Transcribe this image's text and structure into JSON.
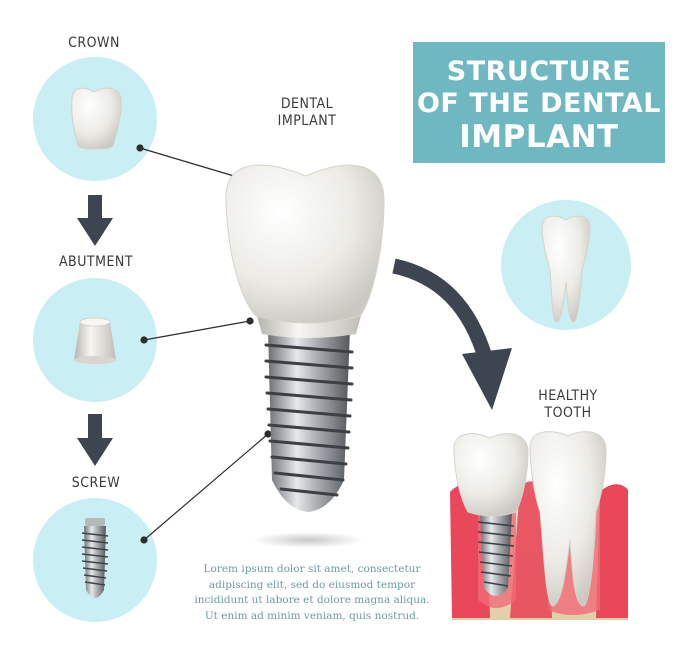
{
  "labels": {
    "crown": "CROWN",
    "abutment": "ABUTMENT",
    "screw": "SCREW",
    "dental_implant_line1": "DENTAL",
    "dental_implant_line2": "IMPLANT",
    "healthy_tooth_line1": "HEALTHY",
    "healthy_tooth_line2": "TOOTH"
  },
  "title": {
    "line1": "STRUCTURE",
    "line2": "OF THE DENTAL",
    "line3": "IMPLANT"
  },
  "body_text": {
    "line1": "Lorem ipsum dolor sit amet, consectetur",
    "line2": "adipiscing elit, sed do eiusmod tempor",
    "line3": "incididunt ut labore et dolore magna aliqua.",
    "line4": "Ut enim ad minim veniam, quis nostrud."
  },
  "colors": {
    "accent": "#6fb8c2",
    "circle": "#c9eef3",
    "arrow": "#3d4650",
    "gum": "#e8485a",
    "bone": "#ead9b6"
  },
  "icons": [
    "crown-icon",
    "abutment-icon",
    "screw-icon",
    "molar-icon",
    "arrow-down-icon",
    "curved-arrow-icon"
  ]
}
